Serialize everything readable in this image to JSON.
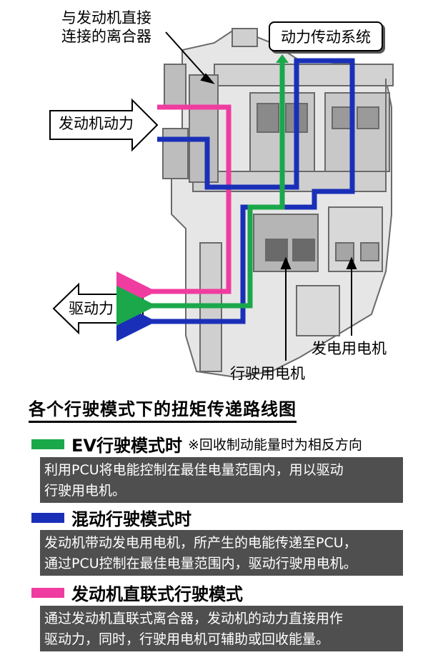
{
  "diagram": {
    "clutch_label_line1": "与发动机直接",
    "clutch_label_line2": "连接的离合器",
    "drivetrain_label": "动力传动系统",
    "engine_power_label": "发动机动力",
    "drive_force_label": "驱动力",
    "generator_label": "发电用电机",
    "drive_motor_label": "行驶用电机"
  },
  "title": "各个行驶模式下的扭矩传递路线图",
  "modes": [
    {
      "name": "EV行驶模式时",
      "note": "※回收制动能量时为相反方向",
      "color": "#1aa84a",
      "desc_line1": "利用PCU将电能控制在最佳电量范围内，用以驱动",
      "desc_line2": "行驶用电机。"
    },
    {
      "name": "混动行驶模式时",
      "note": "",
      "color": "#1a2fb8",
      "desc_line1": "发动机带动发电用电机，所产生的电能传递至PCU，",
      "desc_line2": "通过PCU控制在最佳电量范围内，驱动行驶用电机。"
    },
    {
      "name": "发动机直联式行驶模式",
      "note": "",
      "color": "#f03ca0",
      "desc_line1": "通过发动机直联式离合器，发动机的动力直接用作",
      "desc_line2": "驱动力，同时，行驶用电机可辅助或回收能量。"
    }
  ]
}
